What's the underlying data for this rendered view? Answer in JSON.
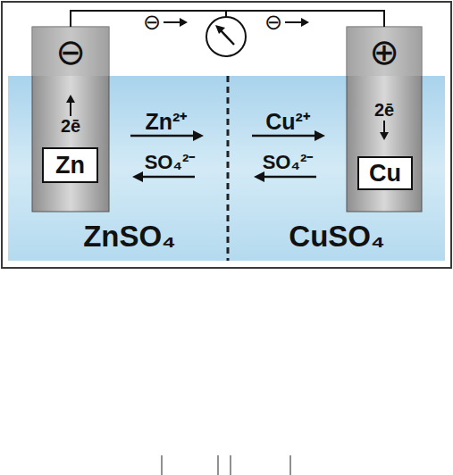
{
  "diagram": {
    "nodes": [
      {
        "text": [
          "⊖",
          "2ē"
        ]
      },
      {
        "text": [
          "Zn"
        ],
        "in": 0
      },
      {
        "text": [
          "⊕",
          "2ē"
        ]
      },
      {
        "text": [
          "Cu"
        ],
        "in": 2
      }
    ],
    "edges": [
      {
        "from": 0,
        "to": 2,
        "arrow": "none"
      }
    ],
    "labels": [
      "⊖",
      "⊖",
      "Zn²⁺",
      "SO₄²⁻",
      "Cu²⁺",
      "SO₄²⁻",
      "ZnSO₄",
      "CuSO₄"
    ]
  }
}
